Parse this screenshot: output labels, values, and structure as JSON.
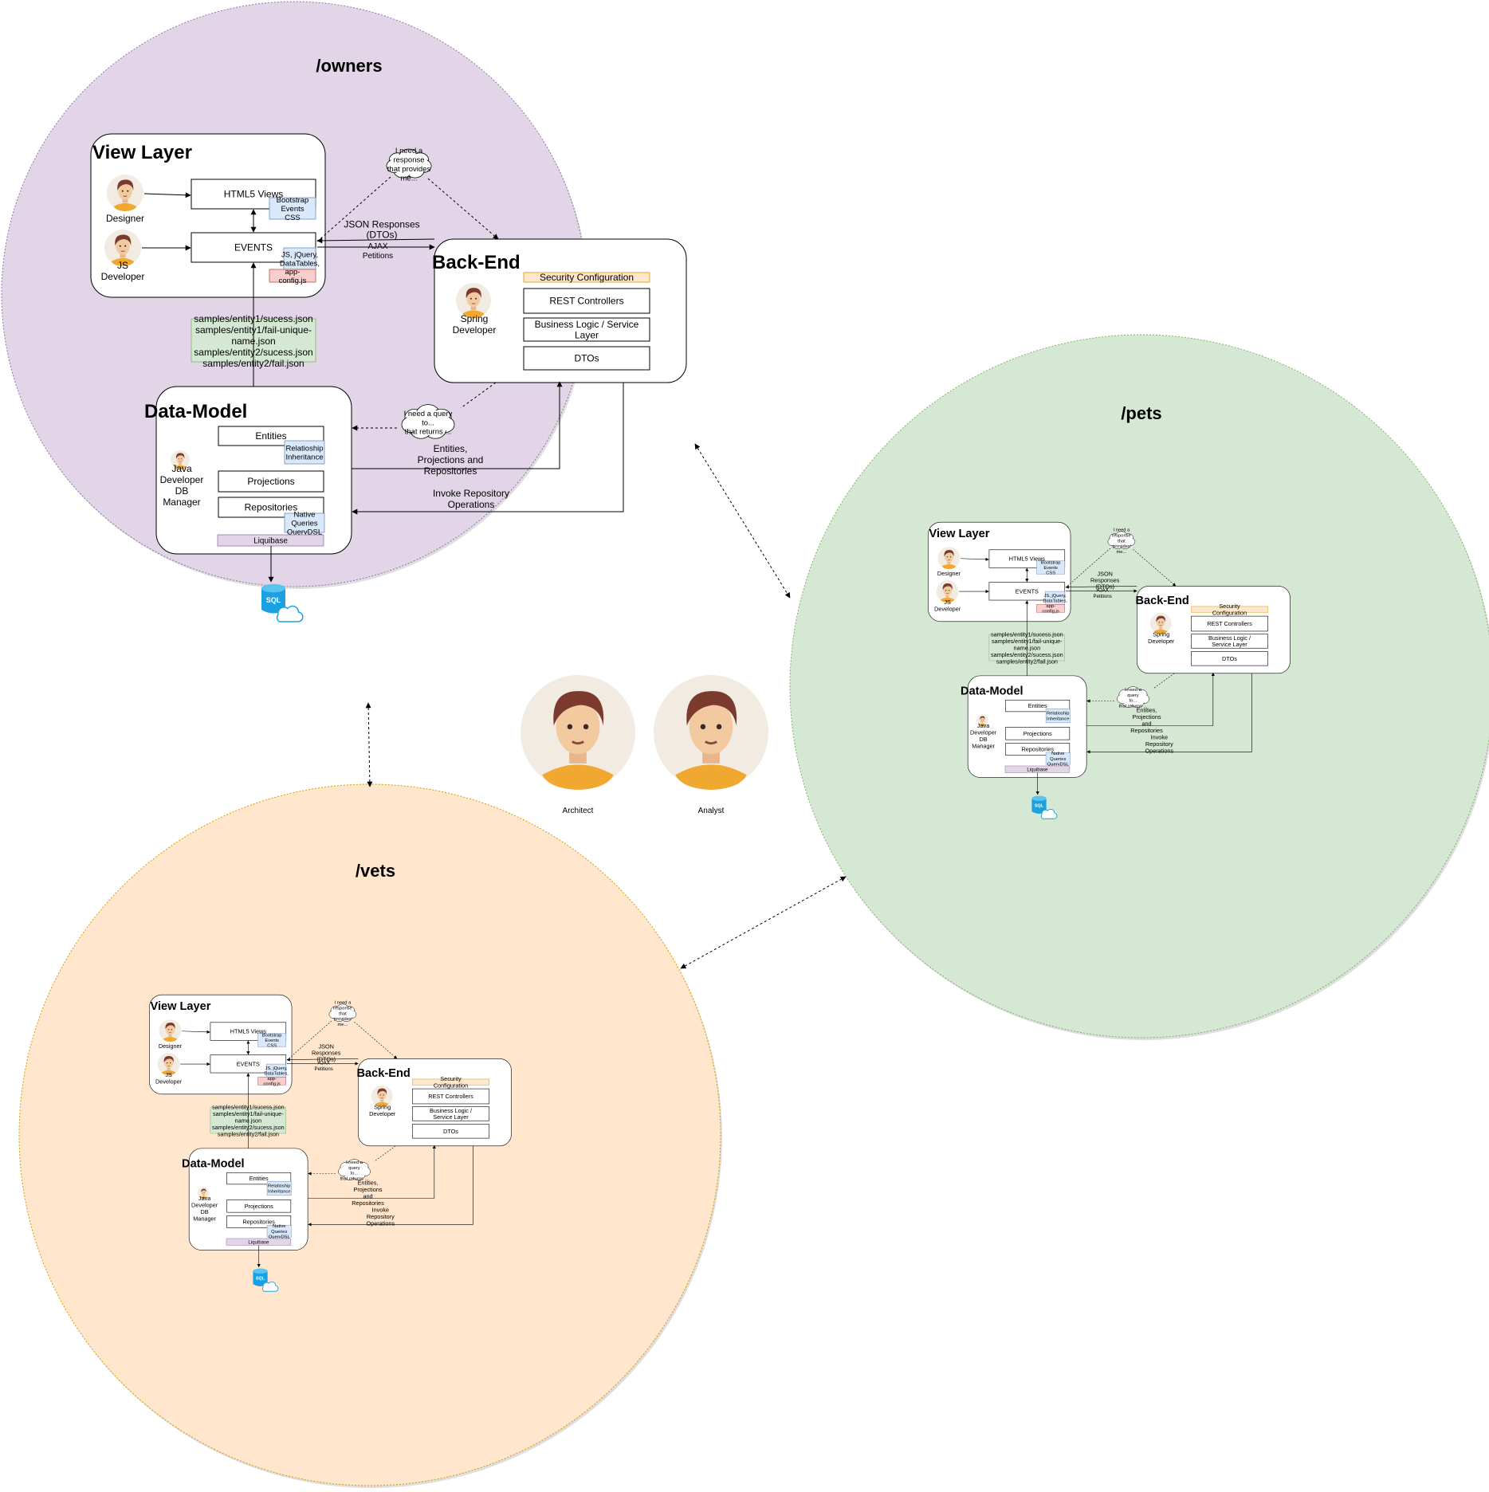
{
  "zones": [
    {
      "id": "owners",
      "title": "/owners",
      "fill": "#e1d5e7",
      "stroke": "#9673a6",
      "view_layer": {
        "title": "View Layer",
        "html5_views": "HTML5 Views",
        "html5_note": [
          "Bootstrap",
          "Events",
          "CSS"
        ],
        "events": "EVENTS",
        "events_note_blue": [
          "JS, jQuery,",
          "DataTables,"
        ],
        "events_note_red": [
          "app-",
          "config.js"
        ],
        "designer": "Designer",
        "js_developer": [
          "JS",
          "Developer"
        ]
      },
      "cloud_top": [
        "I need a",
        "response",
        "that provides",
        "me..."
      ],
      "json_label": [
        "JSON Responses",
        "(DTOs)"
      ],
      "ajax_label": [
        "AJAX",
        "Petitions"
      ],
      "samples": [
        "samples/entity1/sucess.json",
        "samples/entity1/fail-unique-",
        "name.json",
        "samples/entity2/sucess.json",
        "samples/entity2/fail.json"
      ],
      "backend": {
        "title": "Back-End",
        "security": [
          "Security Configuration"
        ],
        "rest": "REST Controllers",
        "business": [
          "Business Logic / Service",
          "Layer"
        ],
        "dtos": "DTOs",
        "developer": [
          "Spring",
          "Developer"
        ]
      },
      "datamodel": {
        "title": "Data-Model",
        "entities": "Entities",
        "entities_note": [
          "Relatioship",
          "Inheritance"
        ],
        "projections": "Projections",
        "repositories": "Repositories",
        "repositories_note": [
          "Native",
          "Queries",
          "QueryDSL"
        ],
        "liquibase": "Liquibase",
        "developer": [
          "Java",
          "Developer",
          "DB",
          "Manager"
        ]
      },
      "cloud_bottom": [
        "I need a query",
        "to...",
        "that returns ..."
      ],
      "entities_label": [
        "Entities,",
        "Projections and",
        "Repositories"
      ],
      "invoke_label": [
        "Invoke Repository",
        "Operations"
      ],
      "db_label": "SQL"
    },
    {
      "id": "pets",
      "title": "/pets",
      "fill": "#d5e8d4",
      "stroke": "#82b366",
      "view_layer": {
        "title": "View Layer",
        "html5_views": "HTML5 Views",
        "html5_note": [
          "Bootstrap",
          "Events",
          "CSS"
        ],
        "events": "EVENTS",
        "events_note_blue": [
          "JS, jQuery,",
          "DataTables,"
        ],
        "events_note_red": [
          "app-",
          "config.js"
        ],
        "designer": "Designer",
        "js_developer": [
          "JS",
          "Developer"
        ]
      },
      "cloud_top": [
        "I need a",
        "response",
        "that",
        "provides",
        "me..."
      ],
      "json_label": [
        "JSON",
        "Responses",
        "(DTOs)"
      ],
      "ajax_label": [
        "AJAX",
        "Petitions"
      ],
      "samples": [
        "samples/entity1/sucess.json",
        "samples/entity1/fail-unique-",
        "name.json",
        "samples/entity2/sucess.json",
        "samples/entity2/fail.json"
      ],
      "backend": {
        "title": "Back-End",
        "security": [
          "Security",
          "Configuration"
        ],
        "rest": "REST Controllers",
        "business": [
          "Business Logic /",
          "Service Layer"
        ],
        "dtos": "DTOs",
        "developer": [
          "Spring",
          "Developer"
        ]
      },
      "datamodel": {
        "title": "Data-Model",
        "entities": "Entities",
        "entities_note": [
          "Relatioship",
          "Inheritance"
        ],
        "projections": "Projections",
        "repositories": "Repositories",
        "repositories_note": [
          "Native",
          "Queries",
          "QueryDSL"
        ],
        "liquibase": "Liquibase",
        "developer": [
          "Java",
          "Developer",
          "DB",
          "Manager"
        ]
      },
      "cloud_bottom": [
        "I need a",
        "query",
        "to...",
        "that returns ..."
      ],
      "entities_label": [
        "Entities,",
        "Projections",
        "and",
        "Repositories"
      ],
      "invoke_label": [
        "Invoke",
        "Repository",
        "Operations"
      ],
      "db_label": "SQL"
    },
    {
      "id": "vets",
      "title": "/vets",
      "fill": "#ffe6cc",
      "stroke": "#d79b00",
      "view_layer": {
        "title": "View Layer",
        "html5_views": "HTML5 Views",
        "html5_note": [
          "Bootstrap",
          "Events",
          "CSS"
        ],
        "events": "EVENTS",
        "events_note_blue": [
          "JS, jQuery,",
          "DataTables,"
        ],
        "events_note_red": [
          "app-",
          "config.js"
        ],
        "designer": "Designer",
        "js_developer": [
          "JS",
          "Developer"
        ]
      },
      "cloud_top": [
        "I need a",
        "response",
        "that",
        "provides",
        "me..."
      ],
      "json_label": [
        "JSON",
        "Responses",
        "(DTOs)"
      ],
      "ajax_label": [
        "AJAX",
        "Petitions"
      ],
      "samples": [
        "samples/entity1/sucess.json",
        "samples/entity1/fail-unique-",
        "name.json",
        "samples/entity2/sucess.json",
        "samples/entity2/fail.json"
      ],
      "backend": {
        "title": "Back-End",
        "security": [
          "Security",
          "Configuration"
        ],
        "rest": "REST Controllers",
        "business": [
          "Business Logic /",
          "Service Layer"
        ],
        "dtos": "DTOs",
        "developer": [
          "Spring",
          "Developer"
        ]
      },
      "datamodel": {
        "title": "Data-Model",
        "entities": "Entities",
        "entities_note": [
          "Relatioship",
          "Inheritance"
        ],
        "projections": "Projections",
        "repositories": "Repositories",
        "repositories_note": [
          "Native",
          "Queries",
          "QueryDSL"
        ],
        "liquibase": "Liquibase",
        "developer": [
          "Java",
          "Developer",
          "DB",
          "Manager"
        ]
      },
      "cloud_bottom": [
        "I need a",
        "query",
        "to...",
        "that returns ..."
      ],
      "entities_label": [
        "Entities,",
        "Projections",
        "and",
        "Repositories"
      ],
      "invoke_label": [
        "Invoke",
        "Repository",
        "Operations"
      ],
      "db_label": "SQL"
    }
  ],
  "people": [
    {
      "id": "architect",
      "label": "Architect"
    },
    {
      "id": "analyst",
      "label": "Analyst"
    }
  ],
  "colors": {
    "note_blue": "#dae8fc",
    "note_blue_stroke": "#6c8ebf",
    "note_red": "#f8cecc",
    "note_red_stroke": "#b85450",
    "note_green": "#d5e8d4",
    "note_green_stroke": "#82b366",
    "note_yellow": "#ffe6cc",
    "note_yellow_stroke": "#d79b00",
    "note_purple": "#e1d5e7",
    "note_purple_stroke": "#9673a6",
    "db_blue": "#1ba1e2"
  }
}
